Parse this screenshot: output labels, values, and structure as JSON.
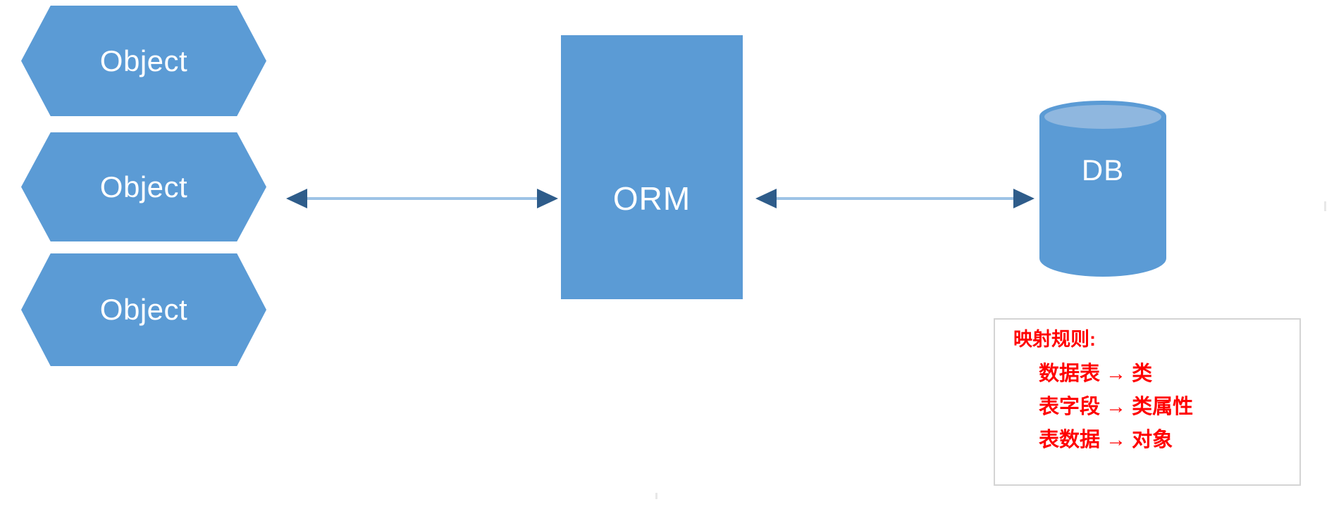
{
  "diagram": {
    "title": "ORM mapping diagram",
    "background_color": "#ffffff",
    "accent_color": "#5B9BD5",
    "accent_light_color": "#8FB7DF",
    "arrow_line_color": "#9DC3E6",
    "arrow_head_color": "#2E5C8A",
    "legend_text_color": "#FF0000",
    "legend_border_color": "#d4d4d4"
  },
  "objects": {
    "nodes": [
      {
        "label": "Object",
        "shape": "hexagon"
      },
      {
        "label": "Object",
        "shape": "hexagon"
      },
      {
        "label": "Object",
        "shape": "hexagon"
      }
    ]
  },
  "middle": {
    "orm": {
      "label": "ORM",
      "shape": "rectangle"
    }
  },
  "database": {
    "db": {
      "label": "DB",
      "shape": "cylinder"
    }
  },
  "connectors": [
    {
      "name": "objects-to-orm",
      "direction": "bidirectional",
      "from": "Object",
      "to": "ORM"
    },
    {
      "name": "orm-to-db",
      "direction": "bidirectional",
      "from": "ORM",
      "to": "DB"
    }
  ],
  "legend": {
    "title": "映射规则:",
    "rules": [
      "数据表 → 类",
      "表字段 → 类属性",
      "表数据 → 对象"
    ]
  }
}
